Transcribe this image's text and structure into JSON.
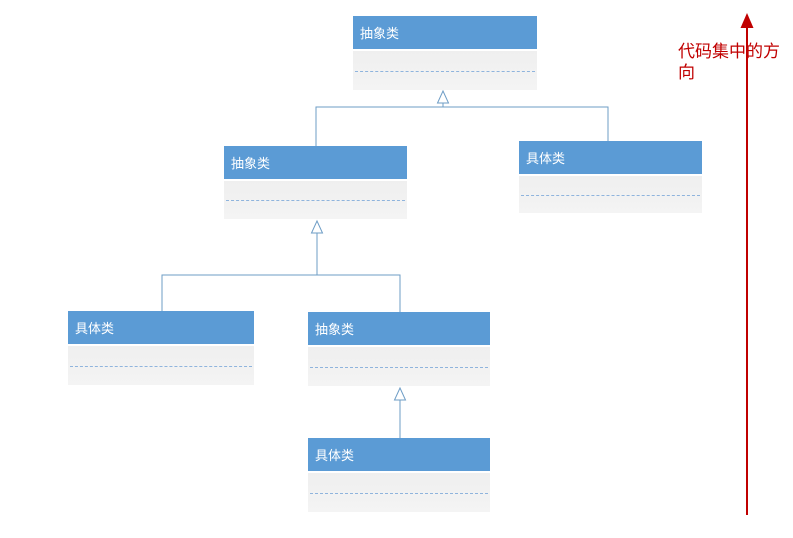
{
  "diagram": {
    "title": "abstract-concrete class inheritance hierarchy",
    "nodes": [
      {
        "id": "top-abstract",
        "label": "抽象类"
      },
      {
        "id": "mid-left-abstract",
        "label": "抽象类"
      },
      {
        "id": "mid-right-concrete",
        "label": "具体类"
      },
      {
        "id": "level3-left-concrete",
        "label": "具体类"
      },
      {
        "id": "level3-mid-abstract",
        "label": "抽象类"
      },
      {
        "id": "bottom-concrete",
        "label": "具体类"
      }
    ],
    "annotation": {
      "text": "代码集中的方向"
    },
    "colors": {
      "background": "#ffffff",
      "node_header_fill": "#5b9bd5",
      "node_body_fill": "#f1f1f1",
      "node_label_text": "#ffffff",
      "divider_dashed": "#8fb4dd",
      "connector_line": "#6e9dc6",
      "annotation_red": "#c00000"
    }
  }
}
